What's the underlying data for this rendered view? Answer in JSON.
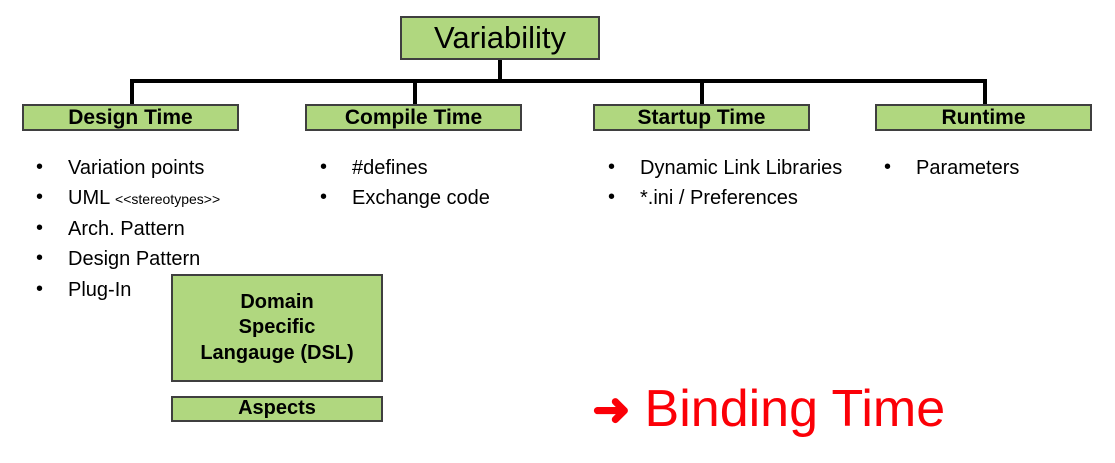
{
  "diagram": {
    "root": {
      "label": "Variability"
    },
    "phases": [
      {
        "id": "design-time",
        "label": "Design Time",
        "items": [
          {
            "text": "Variation points",
            "note": ""
          },
          {
            "text": "UML ",
            "note": "<<stereotypes>>"
          },
          {
            "text": "Arch. Pattern",
            "note": ""
          },
          {
            "text": "Design Pattern",
            "note": ""
          },
          {
            "text": "Plug-In",
            "note": ""
          }
        ]
      },
      {
        "id": "compile-time",
        "label": "Compile Time",
        "items": [
          {
            "text": "#defines",
            "note": ""
          },
          {
            "text": "Exchange code",
            "note": ""
          }
        ]
      },
      {
        "id": "startup-time",
        "label": "Startup Time",
        "items": [
          {
            "text": "Dynamic Link Libraries",
            "note": ""
          },
          {
            "text": "*.ini / Preferences",
            "note": ""
          }
        ]
      },
      {
        "id": "runtime",
        "label": "Runtime",
        "items": [
          {
            "text": "Parameters",
            "note": ""
          }
        ]
      }
    ],
    "extra_boxes": [
      {
        "id": "dsl-box",
        "label": "Domain\nSpecific\nLangauge (DSL)"
      },
      {
        "id": "aspects-box",
        "label": "Aspects"
      }
    ],
    "conclusion": {
      "arrow": "➜",
      "label": "Binding Time"
    }
  },
  "colors": {
    "box_fill": "#b0d77f",
    "box_border": "#3f3f3f",
    "line": "#000000",
    "text": "#000000",
    "accent_red": "#fb0007"
  }
}
